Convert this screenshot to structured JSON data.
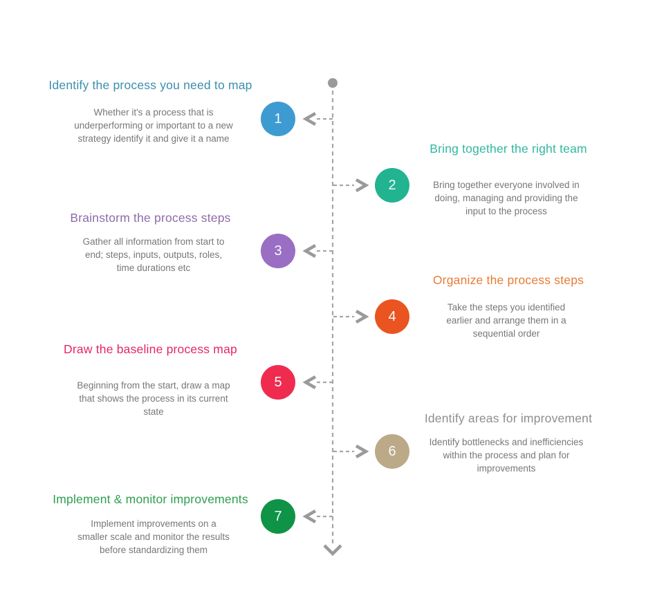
{
  "diagram": {
    "type": "process-timeline",
    "timeline": {
      "line_color": "#a6a6a6",
      "dot_color": "#9a9a9a",
      "arrow_color": "#9a9a9a"
    },
    "description_text_color": "#76777a",
    "steps": [
      {
        "number": "1",
        "side": "left",
        "title": "Identify the process you need to map",
        "title_color": "#3a8fad",
        "circle_color": "#3e9bd1",
        "description": [
          "Whether it's a process that is",
          "underperforming or important to a new",
          "strategy identify it and give it a name"
        ]
      },
      {
        "number": "2",
        "side": "right",
        "title": "Bring together the right team",
        "title_color": "#30b8a1",
        "circle_color": "#22b391",
        "description": [
          "Bring together everyone involved in",
          "doing, managing and providing the",
          "input to the process"
        ]
      },
      {
        "number": "3",
        "side": "left",
        "title": "Brainstorm the process steps",
        "title_color": "#8f6ba9",
        "circle_color": "#9a6ec3",
        "description": [
          "Gather all information from start to",
          "end; steps, inputs, outputs, roles,",
          "time durations etc"
        ]
      },
      {
        "number": "4",
        "side": "right",
        "title": "Organize the process steps",
        "title_color": "#e87b36",
        "circle_color": "#ea5420",
        "description": [
          "Take the steps you identified",
          "earlier and arrange them in a",
          "sequential order"
        ]
      },
      {
        "number": "5",
        "side": "left",
        "title": "Draw the baseline process map",
        "title_color": "#e42769",
        "circle_color": "#ef2c50",
        "description": [
          "Beginning from the start, draw a map",
          "that shows the process in its current",
          "state"
        ]
      },
      {
        "number": "6",
        "side": "right",
        "title": "Identify areas for improvement",
        "title_color": "#8e8e90",
        "circle_color": "#bca987",
        "description": [
          "Identify bottlenecks and inefficiencies",
          "within the process and plan for",
          "improvements"
        ]
      },
      {
        "number": "7",
        "side": "left",
        "title": "Implement & monitor improvements",
        "title_color": "#2e9e4e",
        "circle_color": "#0f9346",
        "description": [
          "Implement improvements on a",
          "smaller scale and monitor the results",
          "before standardizing them"
        ]
      }
    ]
  }
}
